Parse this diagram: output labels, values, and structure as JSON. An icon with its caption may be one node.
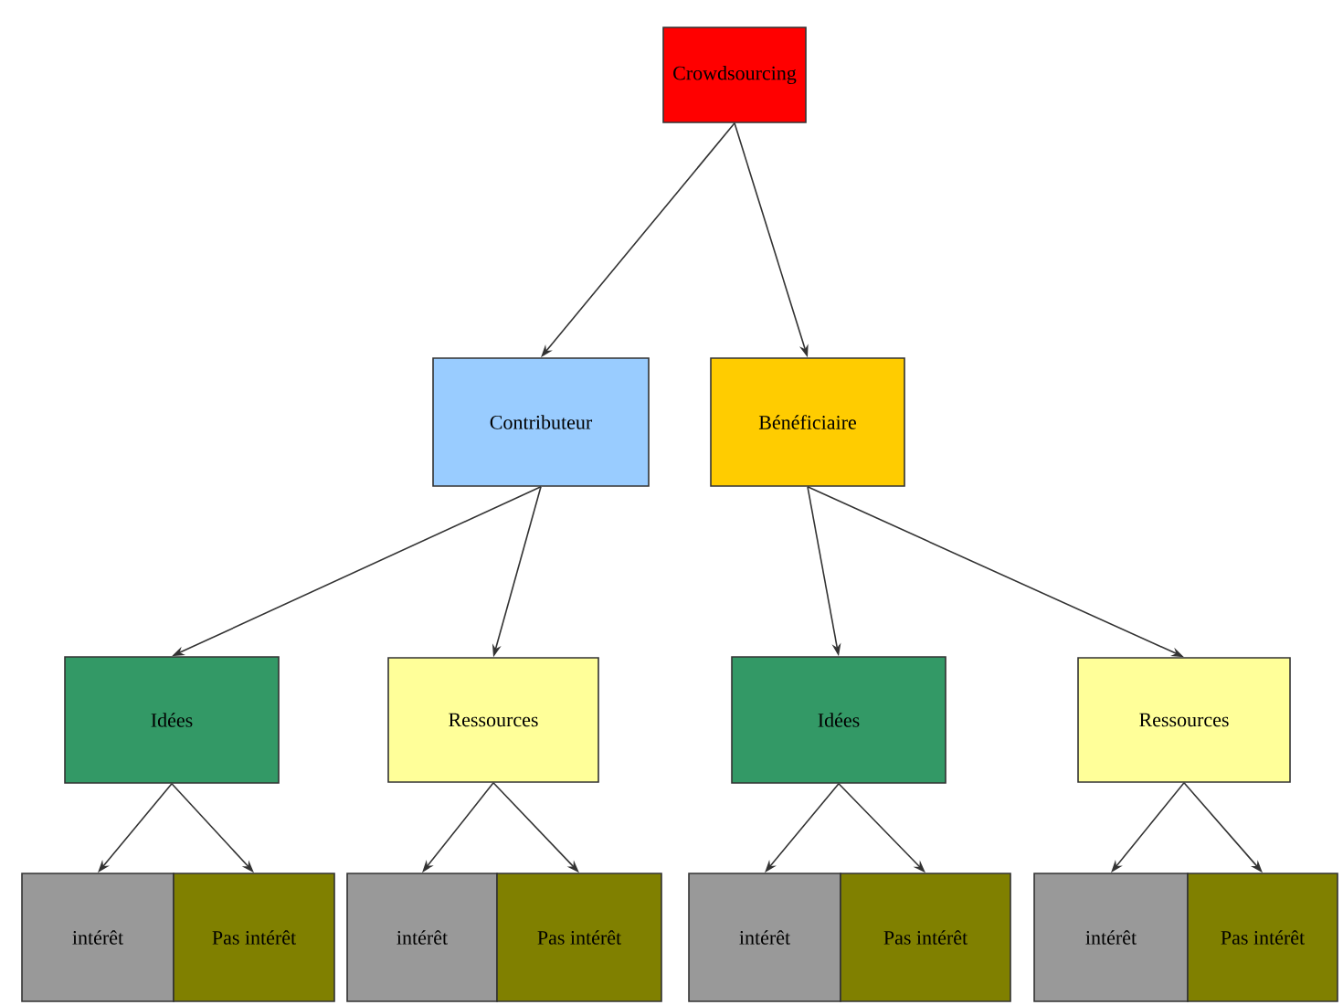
{
  "diagram": {
    "nodes": [
      {
        "text": [
          "Crowdsourcing"
        ]
      },
      {
        "text": [
          "Contributeur"
        ]
      },
      {
        "text": [
          "Bénéficiaire"
        ]
      },
      {
        "text": [
          "Idées"
        ]
      },
      {
        "text": [
          "Ressources"
        ]
      },
      {
        "text": [
          "Idées"
        ]
      },
      {
        "text": [
          "Ressources"
        ]
      },
      {
        "text": [
          "intérêt"
        ]
      },
      {
        "text": [
          "Pas intérêt"
        ]
      },
      {
        "text": [
          "intérêt"
        ]
      },
      {
        "text": [
          "Pas intérêt"
        ]
      },
      {
        "text": [
          "intérêt"
        ]
      },
      {
        "text": [
          "Pas intérêt"
        ]
      },
      {
        "text": [
          "intérêt"
        ]
      },
      {
        "text": [
          "Pas intérêt"
        ]
      }
    ],
    "edges": [
      {
        "from": 0,
        "to": 1,
        "arrow": "to"
      },
      {
        "from": 0,
        "to": 2,
        "arrow": "to"
      },
      {
        "from": 1,
        "to": 3,
        "arrow": "to"
      },
      {
        "from": 1,
        "to": 4,
        "arrow": "to"
      },
      {
        "from": 2,
        "to": 5,
        "arrow": "to"
      },
      {
        "from": 2,
        "to": 6,
        "arrow": "to"
      },
      {
        "from": 3,
        "to": 7,
        "arrow": "to"
      },
      {
        "from": 3,
        "to": 8,
        "arrow": "to"
      },
      {
        "from": 4,
        "to": 9,
        "arrow": "to"
      },
      {
        "from": 4,
        "to": 10,
        "arrow": "to"
      },
      {
        "from": 5,
        "to": 11,
        "arrow": "to"
      },
      {
        "from": 5,
        "to": 12,
        "arrow": "to"
      },
      {
        "from": 6,
        "to": 13,
        "arrow": "to"
      },
      {
        "from": 6,
        "to": 14,
        "arrow": "to"
      }
    ]
  }
}
